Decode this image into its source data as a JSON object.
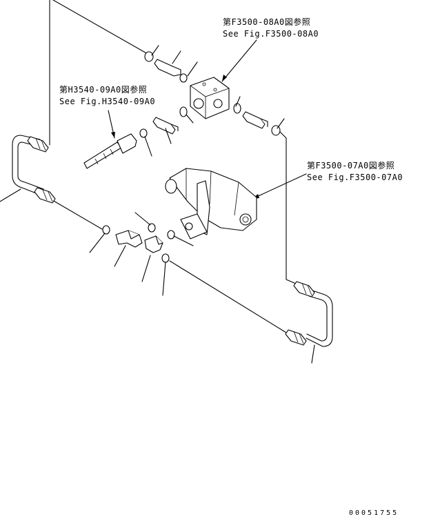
{
  "callouts": {
    "upper_right": {
      "line1": "第F3500-08A0図参照",
      "line2": "See Fig.F3500-08A0"
    },
    "upper_left": {
      "line1": "第H3540-09A0図参照",
      "line2": "See Fig.H3540-09A0"
    },
    "middle_right": {
      "line1": "第F3500-07A0図参照",
      "line2": "See Fig.F3500-07A0"
    }
  },
  "drawing_number": "00051755"
}
